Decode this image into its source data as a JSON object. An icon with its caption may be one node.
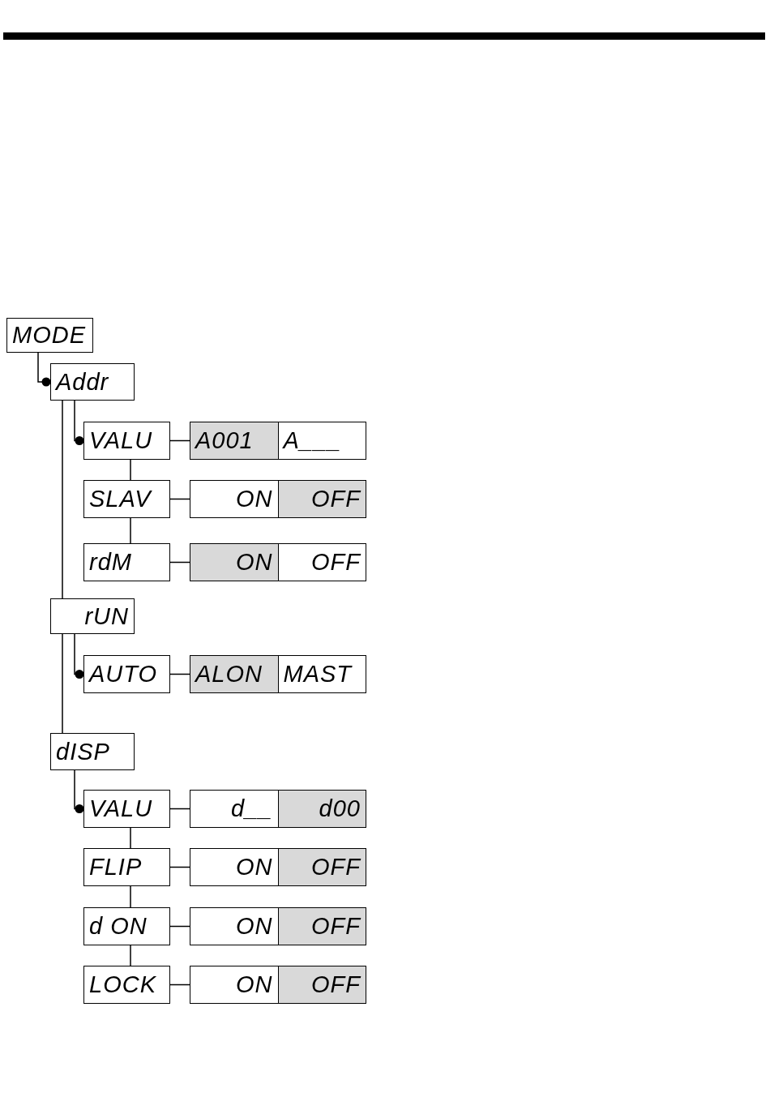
{
  "diagram": {
    "nodes": [
      {
        "text": [
          "MODE"
        ]
      },
      {
        "text": [
          "Addr"
        ]
      },
      {
        "text": [
          "VALU"
        ]
      },
      {
        "text": [
          "A001",
          "A___"
        ]
      },
      {
        "text": [
          "SLAV"
        ]
      },
      {
        "text": [
          "ON",
          "OFF"
        ]
      },
      {
        "text": [
          "rdM"
        ]
      },
      {
        "text": [
          "ON",
          "OFF"
        ]
      },
      {
        "text": [
          "rUN"
        ]
      },
      {
        "text": [
          "AUTO"
        ]
      },
      {
        "text": [
          "ALON",
          "MAST"
        ]
      },
      {
        "text": [
          "dISP"
        ]
      },
      {
        "text": [
          "VALU"
        ]
      },
      {
        "text": [
          "d__",
          "d00"
        ]
      },
      {
        "text": [
          "FLIP"
        ]
      },
      {
        "text": [
          "ON",
          "OFF"
        ]
      },
      {
        "text": [
          "d ON"
        ]
      },
      {
        "text": [
          "ON",
          "OFF"
        ]
      },
      {
        "text": [
          "LOCK"
        ]
      },
      {
        "text": [
          "ON",
          "OFF"
        ]
      }
    ],
    "edges": [
      {
        "from": 0,
        "to": 1,
        "arrow": "other"
      },
      {
        "from": 1,
        "to": 2,
        "arrow": "other"
      },
      {
        "from": 2,
        "to": 3,
        "arrow": "none"
      },
      {
        "from": 2,
        "to": 4,
        "arrow": "none"
      },
      {
        "from": 4,
        "to": 5,
        "arrow": "none"
      },
      {
        "from": 4,
        "to": 6,
        "arrow": "none"
      },
      {
        "from": 6,
        "to": 7,
        "arrow": "none"
      },
      {
        "from": 1,
        "to": 8,
        "arrow": "none"
      },
      {
        "from": 8,
        "to": 9,
        "arrow": "other"
      },
      {
        "from": 9,
        "to": 10,
        "arrow": "none"
      },
      {
        "from": 8,
        "to": 11,
        "arrow": "none"
      },
      {
        "from": 11,
        "to": 12,
        "arrow": "other"
      },
      {
        "from": 12,
        "to": 13,
        "arrow": "none"
      },
      {
        "from": 12,
        "to": 14,
        "arrow": "none"
      },
      {
        "from": 14,
        "to": 15,
        "arrow": "none"
      },
      {
        "from": 14,
        "to": 16,
        "arrow": "none"
      },
      {
        "from": 16,
        "to": 17,
        "arrow": "none"
      },
      {
        "from": 16,
        "to": 18,
        "arrow": "none"
      },
      {
        "from": 18,
        "to": 19,
        "arrow": "none"
      }
    ]
  }
}
